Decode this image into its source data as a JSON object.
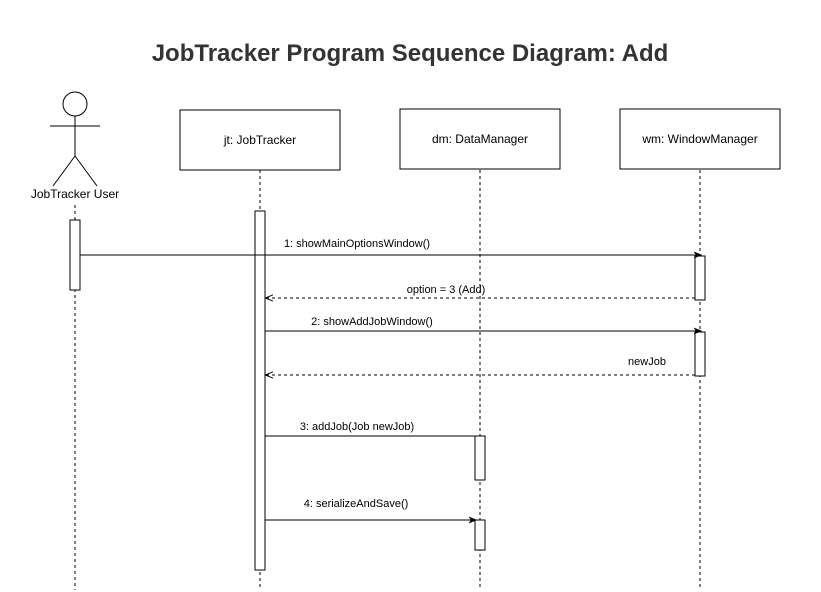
{
  "diagram": {
    "title": "JobTracker Program Sequence Diagram: Add",
    "actor": {
      "name": "JobTracker User"
    },
    "participants": [
      {
        "label": "jt: JobTracker"
      },
      {
        "label": "dm: DataManager"
      },
      {
        "label": "wm: WindowManager"
      }
    ],
    "messages": [
      {
        "label": "1: showMainOptionsWindow()",
        "type": "call"
      },
      {
        "label": "option = 3 (Add)",
        "type": "return"
      },
      {
        "label": "2: showAddJobWindow()",
        "type": "call"
      },
      {
        "label": "newJob",
        "type": "return"
      },
      {
        "label": "3: addJob(Job newJob)",
        "type": "call"
      },
      {
        "label": "4: serializeAndSave()",
        "type": "call"
      }
    ]
  }
}
